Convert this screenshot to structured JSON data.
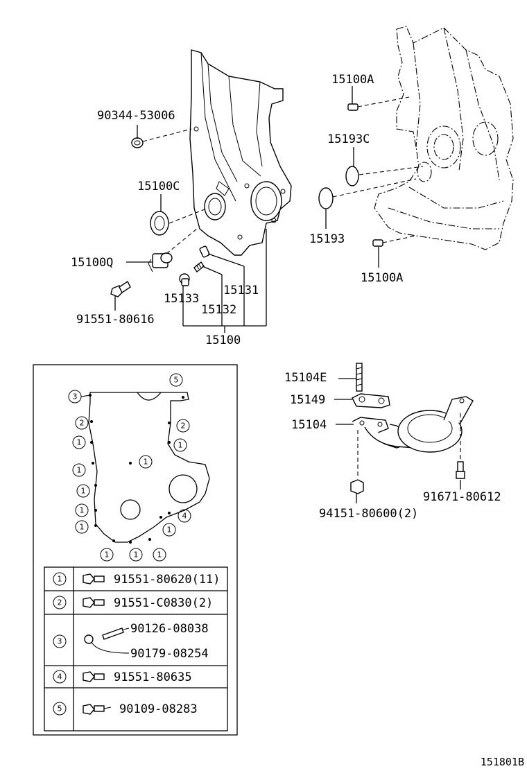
{
  "labels": {
    "p90344": "90344-53006",
    "p15100C": "15100C",
    "p15100Q": "15100Q",
    "p91551_616": "91551-80616",
    "p15133": "15133",
    "p15132": "15132",
    "p15131": "15131",
    "p15100": "15100",
    "p15100A_top": "15100A",
    "p15193C": "15193C",
    "p15193": "15193",
    "p15100A_bot": "15100A",
    "p15104E": "15104E",
    "p15149": "15149",
    "p15104": "15104",
    "p94151": "94151-80600(2)",
    "p91671": "91671-80612"
  },
  "gasket_markers": {
    "m5": "5",
    "m3": "3",
    "m2a": "2",
    "m1a": "1",
    "m1b": "1",
    "m1c": "1",
    "m1d": "1",
    "m1e": "1",
    "m2b": "2",
    "m1f": "1",
    "m1g": "1",
    "m4": "4",
    "m1h": "1",
    "m1i": "1",
    "m1j": "1",
    "m1k": "1"
  },
  "table": {
    "rows": [
      {
        "key": "1",
        "parts": [
          "91551-80620(11)"
        ]
      },
      {
        "key": "2",
        "parts": [
          "91551-C0830(2)"
        ]
      },
      {
        "key": "3",
        "parts": [
          "90126-08038",
          "90179-08254"
        ]
      },
      {
        "key": "4",
        "parts": [
          "91551-80635"
        ]
      },
      {
        "key": "5",
        "parts": [
          "90109-08283"
        ]
      }
    ]
  },
  "figure_id": "151801B"
}
